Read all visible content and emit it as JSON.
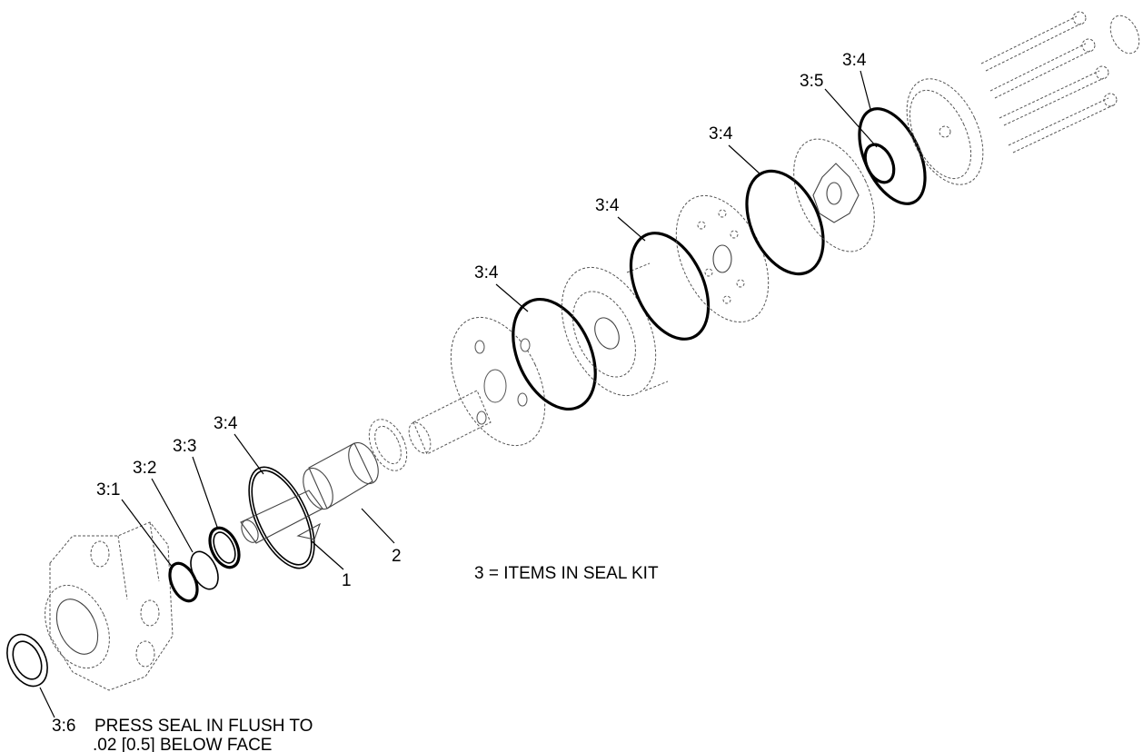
{
  "labels": {
    "l31": "3:1",
    "l32": "3:2",
    "l33": "3:3",
    "l34_shaft": "3:4",
    "l34_a": "3:4",
    "l34_b": "3:4",
    "l34_c": "3:4",
    "l34_d": "3:4",
    "l35": "3:5",
    "l1": "1",
    "l2": "2",
    "l36": "3:6"
  },
  "notes": {
    "seal_kit": "3 = ITEMS IN SEAL KIT",
    "press_line1": "PRESS SEAL IN FLUSH TO",
    "press_line2": ".02 [0.5] BELOW FACE"
  }
}
